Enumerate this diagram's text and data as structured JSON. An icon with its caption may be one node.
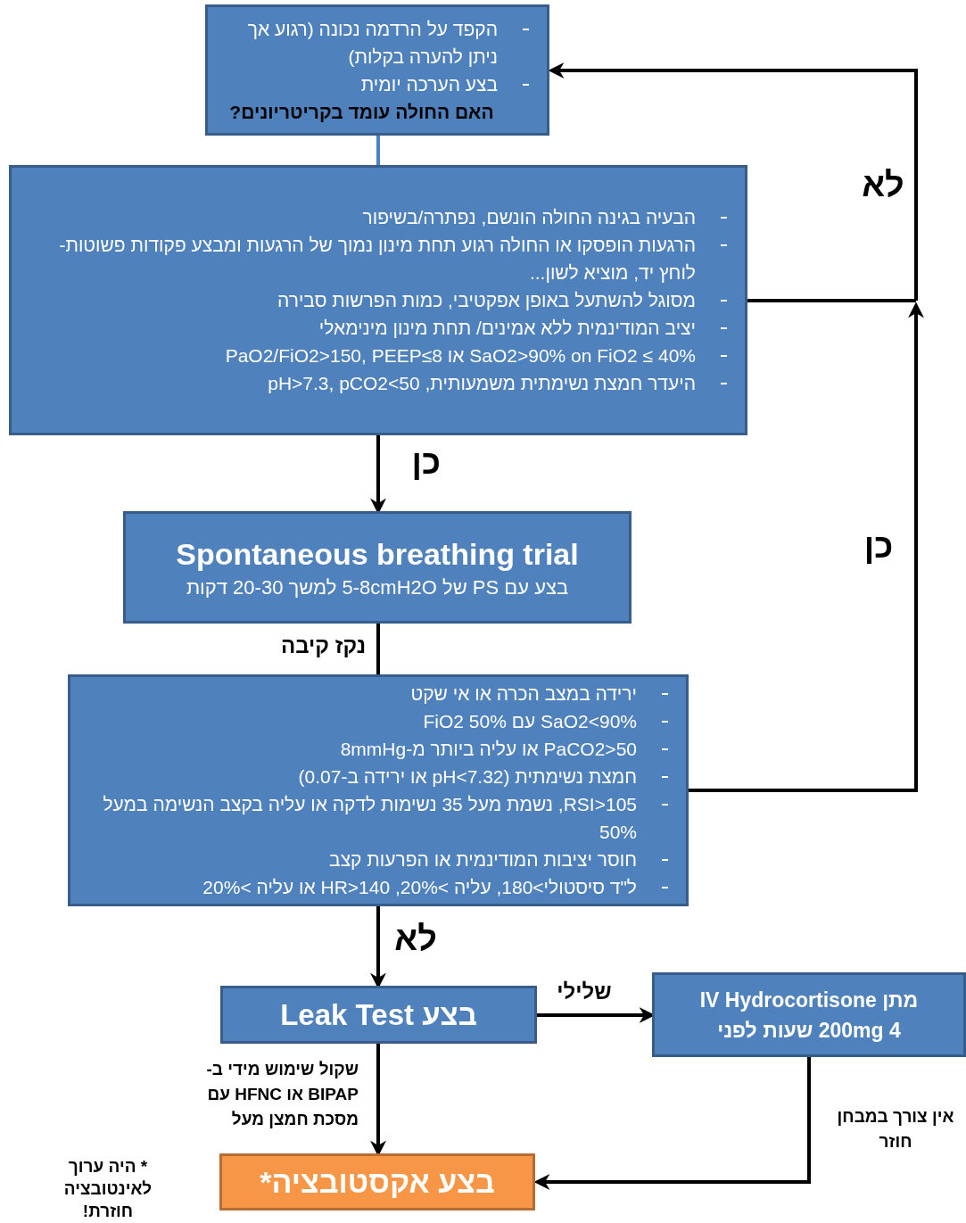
{
  "diagram": {
    "nodes": [
      {
        "text": [
          "הקפד על הרדמה נכונה (רגוע אך ניתן להערה בקלות)",
          "בצע הערכה יומית",
          "האם החולה עומד בקריטריונים?"
        ]
      },
      {
        "text": [
          "הבעיה בגינה החולה הונשם, נפתרה/בשיפור",
          "הרגעות הופסקו או החולה רגוע תחת מינון נמוך של הרגעות ומבצע פקודות פשוטות- לוחץ יד, מוציא לשון...",
          "מסוגל להשתעל באופן אפקטיבי, כמות הפרשות סבירה",
          "יציב המודינמית ללא אמינים/ תחת מינון מינימאלי",
          "SaO2>90% on FiO2 ≤ 40% או PaO2/FiO2>150, PEEP≤8",
          "היעדר חמצת נשימתית משמעותית, pH>7.3, pCO2<50"
        ]
      },
      {
        "text": [
          "Spontaneous breathing trial",
          "בצע עם PS של 5-8cmH2O למשך 20-30 דקות"
        ]
      },
      {
        "text": [
          "ירידה במצב הכרה או אי שקט",
          "SaO2<90% עם FiO2 50%",
          "PaCO2>50 או עליה ביותר מ-8mmHg",
          "חמצת נשימתית (pH<7.32 או ירידה ב-0.07)",
          "RSI>105, נשמת מעל 35 נשימות לדקה או עליה בקצב הנשימה במעל 50%",
          "חוסר יציבות המודינמית או הפרעות קצב",
          "ל\"ד סיסטולי>180, עליה >20%, HR>140 או עליה >20%"
        ]
      },
      {
        "text": [
          "בצע Leak Test"
        ]
      },
      {
        "text": [
          "מתן IV Hydrocortisone 200mg 4 שעות לפני"
        ]
      },
      {
        "text": [
          "בצע אקסטובציה*"
        ]
      }
    ],
    "labels": [
      "* היה ערוך לאינטובציה חוזרת!"
    ],
    "edges": [
      {
        "from": 0,
        "to": 1,
        "arrow": "none",
        "color": "#4f81bd"
      },
      {
        "from": 1,
        "to": 0,
        "arrow": "to",
        "label": "לא"
      },
      {
        "from": 3,
        "to": 0,
        "arrow": "to",
        "label": "כן"
      },
      {
        "from": 1,
        "to": 2,
        "arrow": "to",
        "label": "כן"
      },
      {
        "from": 2,
        "to": 3,
        "arrow": "none",
        "label": "נקז קיבה"
      },
      {
        "from": 3,
        "to": 4,
        "arrow": "to",
        "label": "לא"
      },
      {
        "from": 4,
        "to": 5,
        "arrow": "to",
        "label": "שלילי"
      },
      {
        "from": 4,
        "to": 6,
        "arrow": "to",
        "label": "שקול שימוש מידי ב-BIPAP או HFNC עם מסכת חמצן מעל"
      },
      {
        "from": 5,
        "to": 6,
        "arrow": "to",
        "label": "אין צורך במבחן חוזר"
      }
    ]
  }
}
